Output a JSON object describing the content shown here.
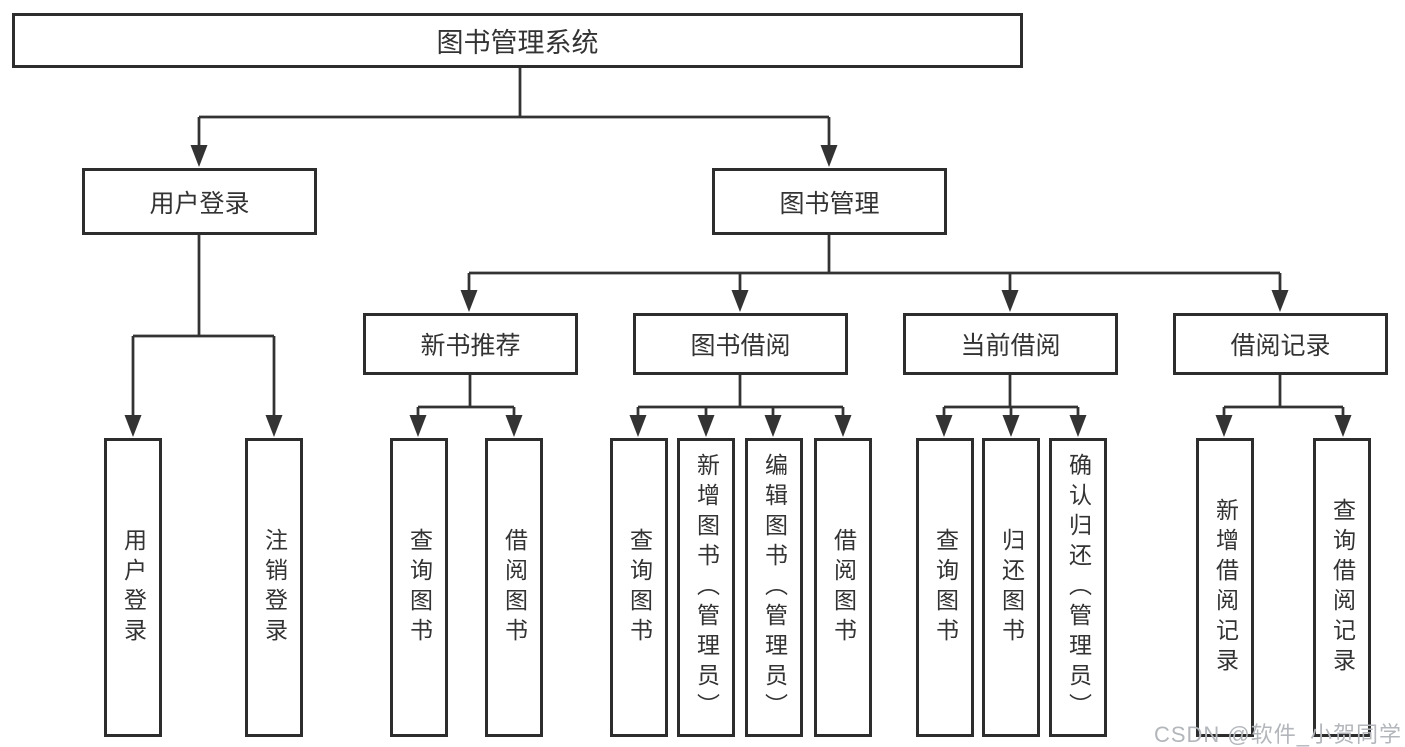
{
  "tree": {
    "label": "图书管理系统",
    "children": [
      {
        "label": "用户登录",
        "children": [
          {
            "label": "用户登录"
          },
          {
            "label": "注销登录"
          }
        ]
      },
      {
        "label": "图书管理",
        "children": [
          {
            "label": "新书推荐",
            "children": [
              {
                "label": "查询图书"
              },
              {
                "label": "借阅图书"
              }
            ]
          },
          {
            "label": "图书借阅",
            "children": [
              {
                "label": "查询图书"
              },
              {
                "label": "新增图书（管理员）"
              },
              {
                "label": "编辑图书（管理员）"
              },
              {
                "label": "借阅图书"
              }
            ]
          },
          {
            "label": "当前借阅",
            "children": [
              {
                "label": "查询图书"
              },
              {
                "label": "归还图书"
              },
              {
                "label": "确认归还（管理员）"
              }
            ]
          },
          {
            "label": "借阅记录",
            "children": [
              {
                "label": "新增借阅记录"
              },
              {
                "label": "查询借阅记录"
              }
            ]
          }
        ]
      }
    ]
  },
  "watermark": {
    "text": "CSDN @软件_小贺同学"
  },
  "colors": {
    "background": "#ffffff",
    "line": "#333333",
    "box_border": "#2d2d2d",
    "text": "#333333",
    "watermark": "#b3b6bb"
  }
}
